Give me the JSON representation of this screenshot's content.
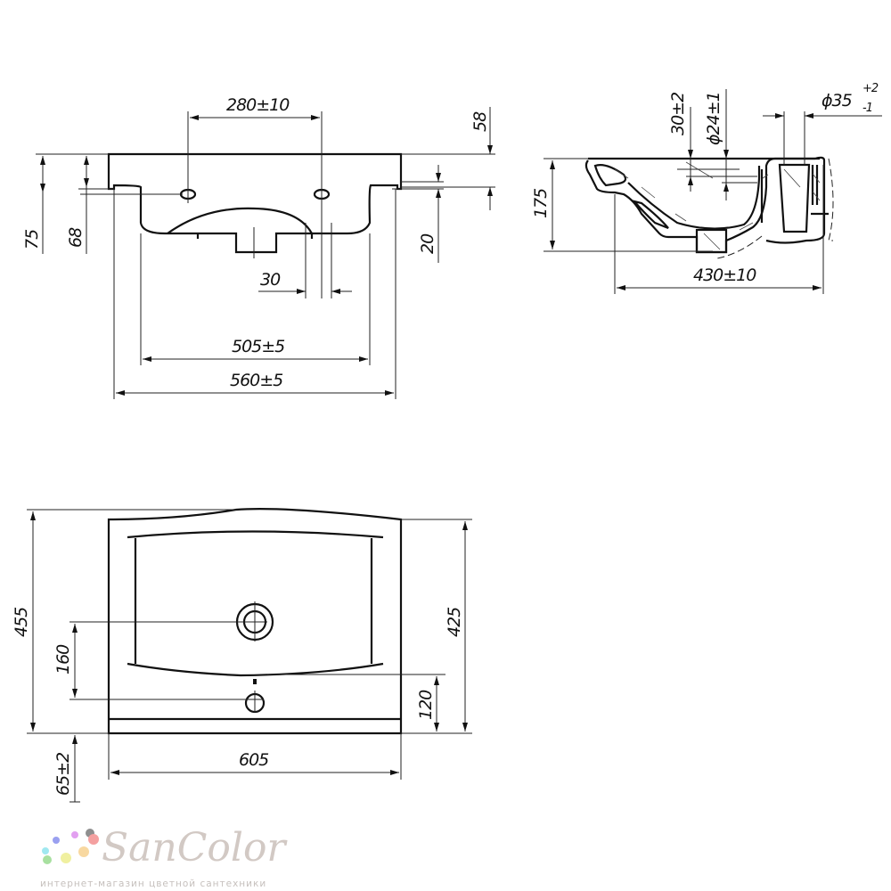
{
  "front_view": {
    "dims": {
      "hole_spacing": "280±10",
      "top_height": "58",
      "height_75": "75",
      "height_68": "68",
      "height_20": "20",
      "width_30": "30",
      "inner_width": "505±5",
      "outer_width": "560±5"
    }
  },
  "side_view": {
    "dims": {
      "depth_offset": "30±2",
      "drain_diameter": "ϕ24±1",
      "tap_diameter": "ϕ35",
      "tap_tol_upper": "+2",
      "tap_tol_lower": "-1",
      "height": "175",
      "depth": "430±10"
    }
  },
  "top_view": {
    "dims": {
      "total_depth": "455",
      "inner_depth": "425",
      "drain_offset": "160",
      "overflow_offset": "120",
      "bottom_offset": "65±2",
      "width": "605"
    }
  },
  "logo": {
    "name": "SanColor",
    "tagline": "интернет-магазин цветной сантехники",
    "dot_colors": [
      "#8f8f8f",
      "#f4a0a0",
      "#e2a0f0",
      "#9aa0f0",
      "#f8d8a0",
      "#a0e8f0",
      "#f0f0a0",
      "#a8e0a0"
    ]
  }
}
